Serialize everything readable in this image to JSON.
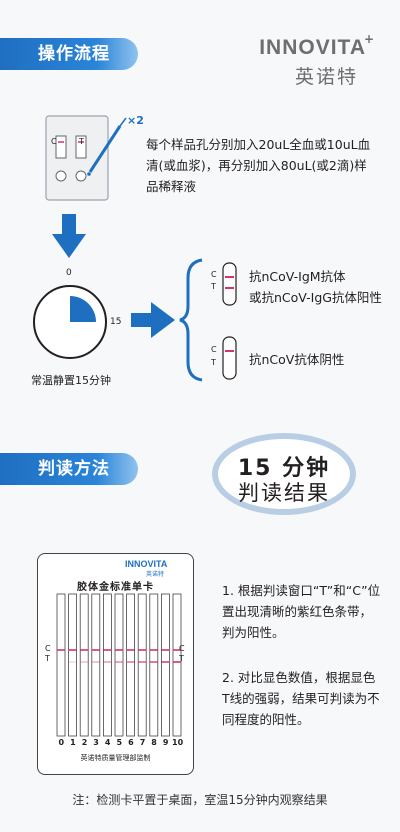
{
  "section1": {
    "title": "操作流程"
  },
  "logo": {
    "brand": "INNOVITA",
    "plus": "+",
    "cn": "英诺特"
  },
  "step1": {
    "multiplier": "×2",
    "text": "每个样品孔分别加入20uL全血或10uL血清(或血浆)，再分别加入80uL(或2滴)样品稀释液",
    "cassette_c": "C",
    "cassette_t": "T"
  },
  "timer": {
    "label_0": "0",
    "label_15": "15",
    "caption": "常温静置15分钟"
  },
  "results": [
    {
      "c": "C",
      "t": "T",
      "text_lines": [
        "抗nCoV-IgM抗体",
        "或抗nCoV-IgG抗体阳性"
      ],
      "t_line": true
    },
    {
      "c": "C",
      "t": "T",
      "text_lines": [
        "抗nCoV抗体阴性"
      ],
      "t_line": false
    }
  ],
  "section2": {
    "title": "判读方法"
  },
  "read_time": {
    "line1": "15 分钟",
    "line2": "判读结果"
  },
  "card": {
    "brand": "INNOVITA",
    "brand_cn": "英诺特",
    "title": "胶体金标准单卡",
    "c_label": "C",
    "t_label": "T",
    "numbers": [
      "0",
      "1",
      "2",
      "3",
      "4",
      "5",
      "6",
      "7",
      "8",
      "9",
      "10"
    ],
    "footer": "英诺特质量管理部监制"
  },
  "notes": [
    "1. 根据判读窗口“T”和“C”位置出现清晰的紫红色条带，判为阳性。",
    "2. 对比显色数值，根据显色T线的强弱，结果可判读为不同程度的阳性。"
  ],
  "footer_note": "注：检测卡平置于桌面，室温15分钟内观察结果",
  "colors": {
    "accent": "#1f6fc1",
    "line_red": "#d6306e",
    "panel_border": "#b9cee4"
  }
}
